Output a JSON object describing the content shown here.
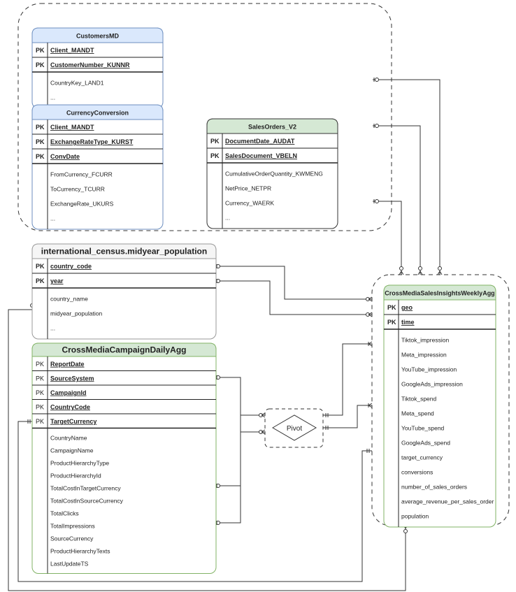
{
  "colors": {
    "blue_header": "#dae8fc",
    "blue_stroke": "#6c8ebf",
    "green_header": "#d5e8d4",
    "green_stroke": "#82b366",
    "grey_header": "#f5f5f5",
    "grey_stroke": "#999999",
    "line": "#333333"
  },
  "tables": [
    {
      "title": "CustomersMD",
      "theme": "blue",
      "key_label": "PK",
      "pk": [
        "Client_MANDT",
        "CustomerNumber_KUNNR"
      ],
      "attrs": [
        "CountryKey_LAND1",
        "..."
      ]
    },
    {
      "title": "CurrencyConversion",
      "theme": "blue",
      "key_label": "PK",
      "pk": [
        "Client_MANDT",
        "ExchangeRateType_KURST",
        "ConvDate"
      ],
      "attrs": [
        "FromCurrency_FCURR",
        "ToCurrency_TCURR",
        "ExchangeRate_UKURS",
        "..."
      ]
    },
    {
      "title": "SalesOrders_V2",
      "theme": "green_dark",
      "key_label": "PK",
      "pk": [
        "DocumentDate_AUDAT",
        "SalesDocument_VBELN"
      ],
      "attrs": [
        "CumulativeOrderQuantity_KWMENG",
        "NetPrice_NETPR",
        "Currency_WAERK",
        "..."
      ]
    },
    {
      "title": "international_census.midyear_population",
      "theme": "grey",
      "key_label": "PK",
      "pk": [
        "country_code",
        "year"
      ],
      "attrs": [
        "country_name",
        "midyear_population",
        "..."
      ]
    },
    {
      "title": "CrossMediaCampaignDailyAgg",
      "theme": "green",
      "key_label": "PK",
      "pk": [
        "ReportDate",
        "SourceSystem",
        "CampaignId",
        "CountryCode",
        "TargetCurrency"
      ],
      "attrs": [
        "CountryName",
        "CampaignName",
        "ProductHierarchyType",
        "ProductHierarchyId",
        "TotalCostInTargetCurrency",
        "TotalCostInSourceCurrency",
        "TotalClicks",
        "TotalImpressions",
        "SourceCurrency",
        "ProductHierarchyTexts",
        "LastUpdateTS"
      ]
    },
    {
      "title": "CrossMediaSalesInsightsWeeklyAgg",
      "theme": "green",
      "key_label": "PK",
      "pk": [
        "geo",
        "time"
      ],
      "attrs": [
        "Tiktok_impression",
        "Meta_impression",
        "YouTube_impression",
        "GoogleAds_impression",
        "Tiktok_spend",
        "Meta_spend",
        "YouTube_spend",
        "GoogleAds_spend",
        "target_currency",
        "conversions",
        "number_of_sales_orders",
        "average_revenue_per_sales_order",
        "population"
      ]
    }
  ],
  "pivot": {
    "label": "Pivot"
  }
}
